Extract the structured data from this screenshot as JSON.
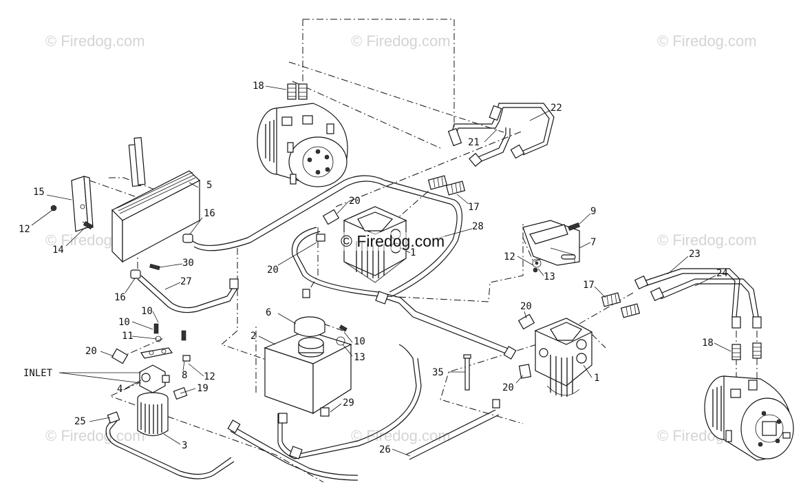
{
  "watermark": {
    "text": "© Firedog.com",
    "center_text": "© Firedog.com"
  },
  "callouts": [
    {
      "id": "c18a",
      "text": "18"
    },
    {
      "id": "c22",
      "text": "22"
    },
    {
      "id": "c21",
      "text": "21"
    },
    {
      "id": "c17a",
      "text": "17"
    },
    {
      "id": "c5",
      "text": "5"
    },
    {
      "id": "c15",
      "text": "15"
    },
    {
      "id": "c12a",
      "text": "12"
    },
    {
      "id": "c14",
      "text": "14"
    },
    {
      "id": "c16a",
      "text": "16"
    },
    {
      "id": "c20a",
      "text": "20"
    },
    {
      "id": "c28",
      "text": "28"
    },
    {
      "id": "c1a",
      "text": "1"
    },
    {
      "id": "c20b",
      "text": "20"
    },
    {
      "id": "c30",
      "text": "30"
    },
    {
      "id": "c27",
      "text": "27"
    },
    {
      "id": "c16b",
      "text": "16"
    },
    {
      "id": "c9",
      "text": "9"
    },
    {
      "id": "c7",
      "text": "7"
    },
    {
      "id": "c12b",
      "text": "12"
    },
    {
      "id": "c13a",
      "text": "13"
    },
    {
      "id": "c23",
      "text": "23"
    },
    {
      "id": "c24",
      "text": "24"
    },
    {
      "id": "c17b",
      "text": "17"
    },
    {
      "id": "c20c",
      "text": "20"
    },
    {
      "id": "c10a",
      "text": "10"
    },
    {
      "id": "c10b",
      "text": "10"
    },
    {
      "id": "c11",
      "text": "11"
    },
    {
      "id": "c6",
      "text": "6"
    },
    {
      "id": "c2",
      "text": "2"
    },
    {
      "id": "c10c",
      "text": "10"
    },
    {
      "id": "c13b",
      "text": "13"
    },
    {
      "id": "c20d",
      "text": "20"
    },
    {
      "id": "cinlet",
      "text": "INLET"
    },
    {
      "id": "c8",
      "text": "8"
    },
    {
      "id": "c12c",
      "text": "12"
    },
    {
      "id": "c4",
      "text": "4"
    },
    {
      "id": "c19",
      "text": "19"
    },
    {
      "id": "c35",
      "text": "35"
    },
    {
      "id": "c1b",
      "text": "1"
    },
    {
      "id": "c20e",
      "text": "20"
    },
    {
      "id": "c18b",
      "text": "18"
    },
    {
      "id": "c29",
      "text": "29"
    },
    {
      "id": "c25",
      "text": "25"
    },
    {
      "id": "c3",
      "text": "3"
    },
    {
      "id": "c26",
      "text": "26"
    }
  ]
}
